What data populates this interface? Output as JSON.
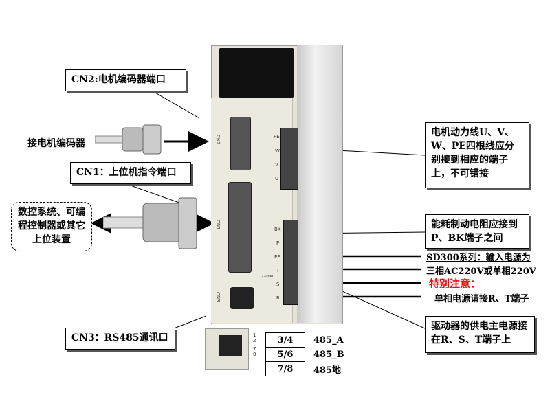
{
  "callouts": {
    "cn2_title": "CN2:电机编码器端口",
    "encoder_label": "接电机编码器",
    "cn1_title": "CN1：上位机指令端口",
    "upper_devices": "数控系统、可编程控制器或其它上位装置",
    "motor_power": "电机动力线U、V、W、PE四根线应分别接到相应的端子上，不可错接",
    "brake_resistor": "能耗制动电阻应接到P、BK端子之间",
    "cn3_title": "CN3：RS485通讯口",
    "main_supply": "驱动器的供电主电源接在R、S、T端子上"
  },
  "notes": {
    "series_line1": "SD300系列：输入电源为",
    "series_line2": "三相AC220V或单相220V",
    "warning": "特别注意：",
    "single_phase": "单相电源请接R、T端子"
  },
  "device": {
    "cn2_label": "CN2",
    "cn1_label": "CN1",
    "cn3_label": "CN3",
    "pe": "PE",
    "w": "W",
    "v": "V",
    "u": "U",
    "bk": "BK",
    "p": "P",
    "pe2": "PE",
    "t": "T",
    "s": "S",
    "r": "R",
    "v220": "220VAC"
  },
  "pinout": {
    "pins": [
      "1",
      "2",
      "7",
      "8"
    ],
    "rows": [
      {
        "pins": "3/4",
        "signal": "485_A"
      },
      {
        "pins": "5/6",
        "signal": "485_B"
      },
      {
        "pins": "7/8",
        "signal": "485地"
      }
    ]
  },
  "colors": {
    "warning": "#ff0000",
    "frame": "#000000"
  }
}
